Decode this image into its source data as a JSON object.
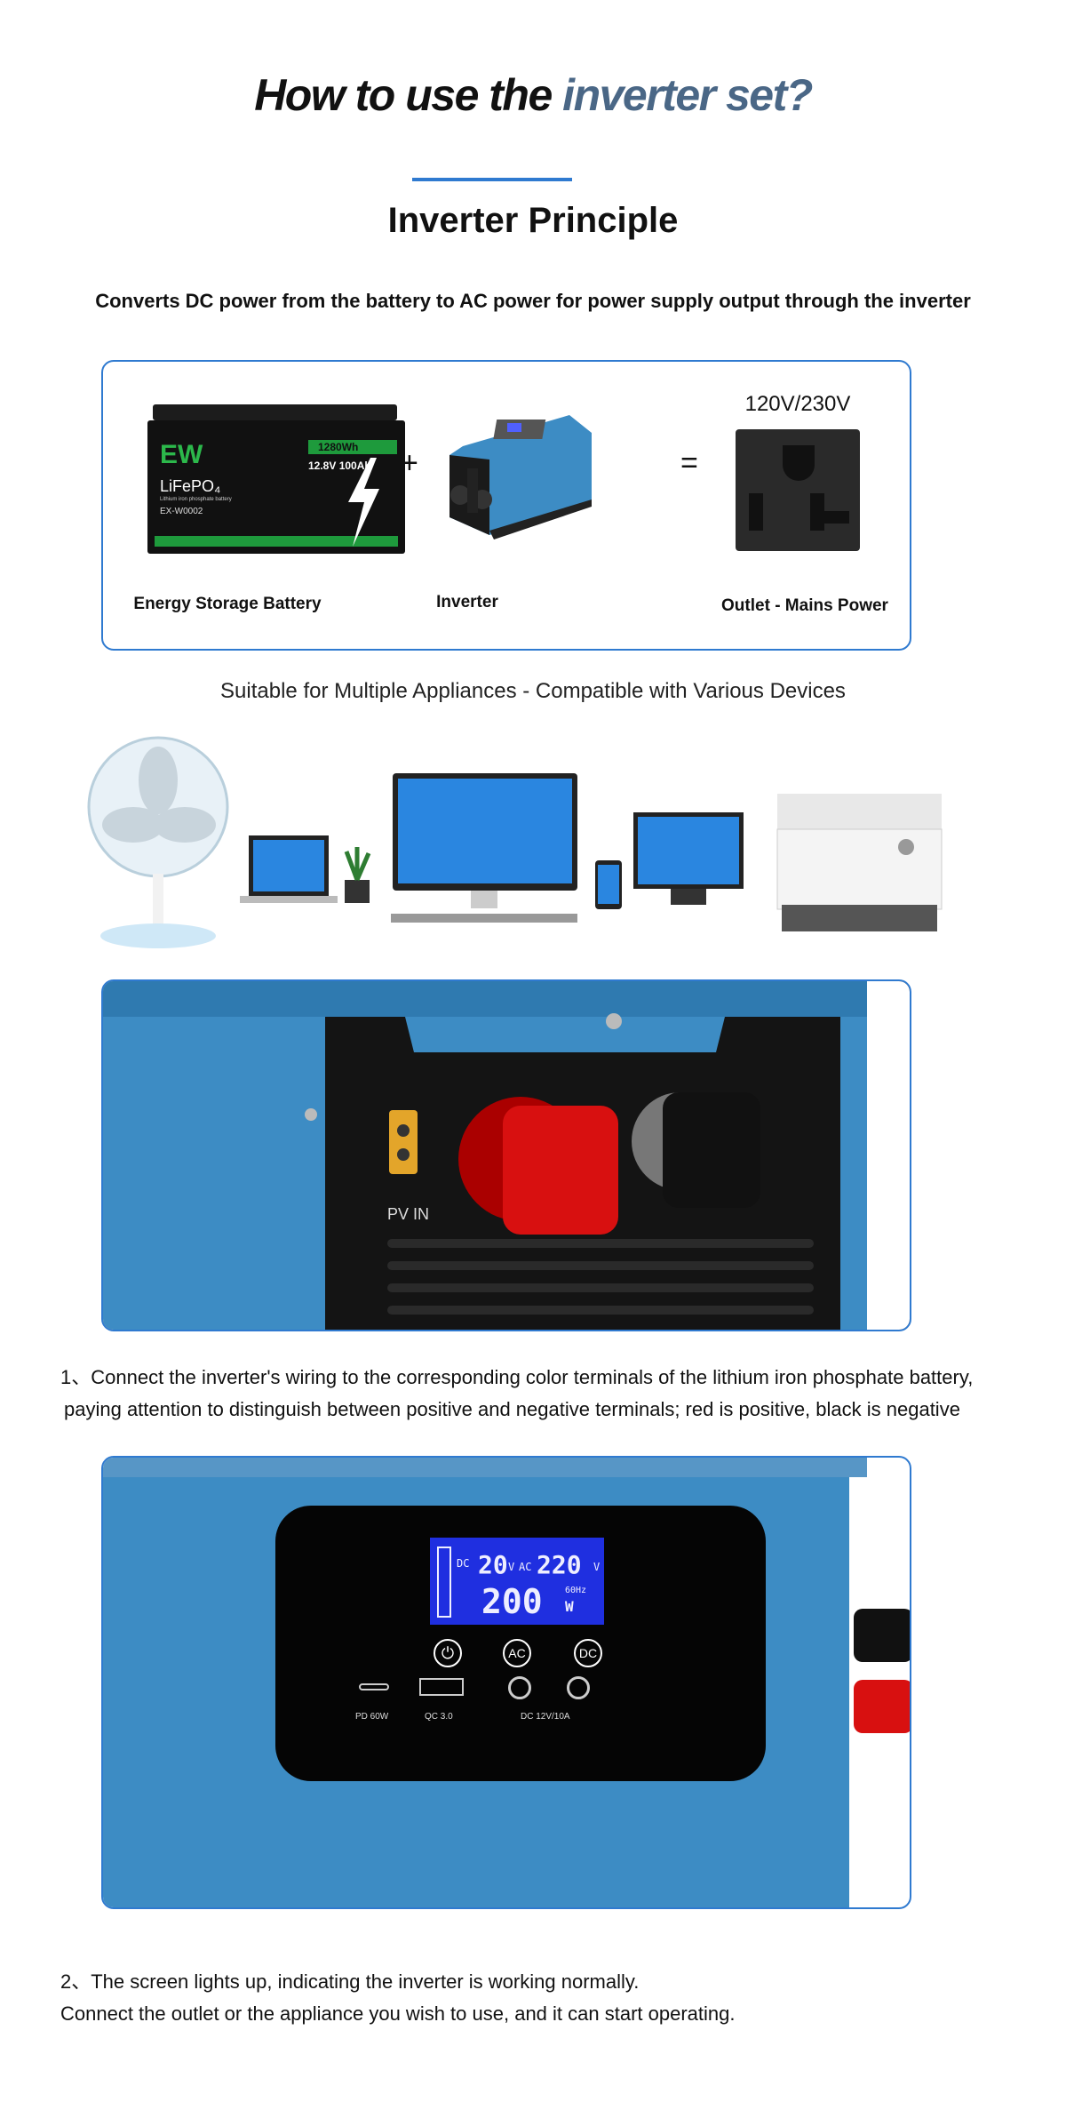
{
  "header": {
    "title_main": "How to use the ",
    "title_accent": "inverter set?",
    "section_title": "Inverter Principle",
    "subtitle": "Converts DC power from the battery to AC power for power supply output through the inverter"
  },
  "principle": {
    "battery": {
      "caption": "Energy Storage Battery",
      "brand": "EW",
      "chem": "LiFePO₄",
      "chem_desc": "Lithium iron phosphate battery",
      "model": "EX-W0002",
      "capacity": "1280Wh",
      "rating": "12.8V 100Ah"
    },
    "plus": "+",
    "equals": "=",
    "inverter": {
      "caption": "Inverter"
    },
    "outlet": {
      "caption": "Outlet - Mains Power",
      "voltage": "120V/230V"
    }
  },
  "compat_text": "Suitable for Multiple Appliances - Compatible with Various Devices",
  "photo1": {
    "port_label": "PV IN"
  },
  "step1": {
    "line1": "1、Connect the inverter's wiring to the corresponding color terminals of the lithium iron phosphate battery,",
    "line2": "paying attention to distinguish between positive and negative terminals; red is positive, black is negative"
  },
  "photo2": {
    "lcd": {
      "dc_label": "DC",
      "dc_value": "20",
      "dc_unit": "V",
      "ac_label": "AC",
      "ac_value": "220",
      "ac_unit": "V",
      "power": "200",
      "power_unit": "W",
      "freq": "60Hz"
    },
    "buttons": [
      "AC",
      "DC"
    ],
    "ports": [
      "PD 60W",
      "QC 3.0",
      "DC 12V/10A"
    ]
  },
  "step2": {
    "line1": "2、The screen lights up, indicating the inverter is working normally.",
    "line2": "Connect the outlet or the appliance you wish to use, and it can start operating."
  },
  "colors": {
    "accent": "#2f7ad0",
    "title_accent": "#4a6786",
    "inverter_blue": "#3d8cc4"
  }
}
